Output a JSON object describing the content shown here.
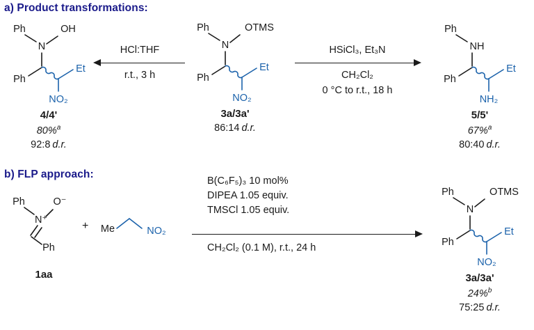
{
  "colors": {
    "header_navy": "#1a1a8a",
    "highlight_blue": "#1b62ab",
    "ink": "#1a1a1a"
  },
  "labels": {
    "dr_unit": "d.r.",
    "plus": "+"
  },
  "section_a": {
    "header": "a) Product transformations:",
    "product_4": {
      "atoms": {
        "ph_n": "Ph",
        "n": "N",
        "o_group": "OH",
        "ph_c": "Ph",
        "et": "Et",
        "bottom": "NO₂"
      },
      "label": "4/4'",
      "yield": "80%",
      "yield_note": "a",
      "dr_value": "92:8"
    },
    "arrow_left": {
      "above": "HCl:THF",
      "below": "r.t., 3 h"
    },
    "compound_3": {
      "atoms": {
        "ph_n": "Ph",
        "n": "N",
        "o_group": "OTMS",
        "ph_c": "Ph",
        "et": "Et",
        "bottom": "NO₂"
      },
      "label": "3a/3a'",
      "dr_value": "86:14"
    },
    "arrow_right": {
      "above": "HSiCl₃, Et₃N",
      "below_1": "CH₂Cl₂",
      "below_2": "0 °C to r.t., 18 h"
    },
    "product_5": {
      "atoms": {
        "ph_n": "Ph",
        "n": "NH",
        "ph_c": "Ph",
        "et": "Et",
        "bottom": "NH₂"
      },
      "label": "5/5'",
      "yield": "67%",
      "yield_note": "a",
      "dr_value": "80:40"
    }
  },
  "section_b": {
    "header": "b) FLP approach:",
    "nitrone": {
      "atoms": {
        "ph_n": "Ph",
        "n": "N⁺",
        "o": "O⁻",
        "ph_c": "Ph"
      },
      "label": "1aa"
    },
    "nitroalkane": {
      "atoms": {
        "me": "Me",
        "no2": "NO₂"
      }
    },
    "arrow": {
      "above_1": "B(C₆F₅)₃ 10 mol%",
      "above_2": "DIPEA 1.05 equiv.",
      "above_3": "TMSCl 1.05 equiv.",
      "below": "CH₂Cl₂ (0.1 M), r.t., 24 h"
    },
    "product_3": {
      "atoms": {
        "ph_n": "Ph",
        "n": "N",
        "o_group": "OTMS",
        "ph_c": "Ph",
        "et": "Et",
        "bottom": "NO₂"
      },
      "label": "3a/3a'",
      "yield": "24%",
      "yield_note": "b",
      "dr_value": "75:25"
    }
  }
}
